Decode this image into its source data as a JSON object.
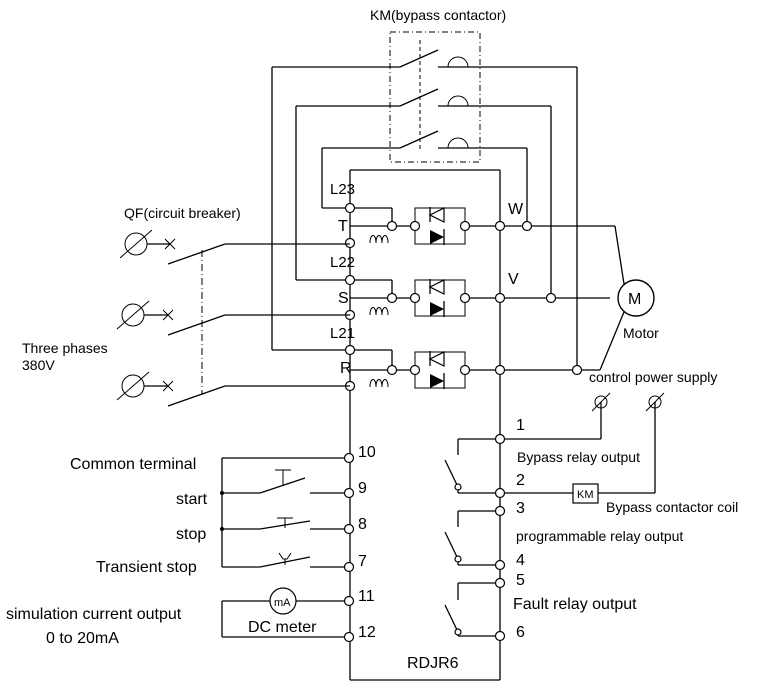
{
  "labels": {
    "km_bypass_contactor": "KM(bypass contactor)",
    "qf_breaker": "QF(circuit breaker)",
    "three_phases": "Three phases",
    "voltage": "380V",
    "l23": "L23",
    "t": "T",
    "l22": "L22",
    "s": "S",
    "l21": "L21",
    "r": "R",
    "u": "W",
    "v": "V",
    "motor_symbol": "M",
    "motor": "Motor",
    "control_power_supply": "control power supply",
    "common_terminal": "Common terminal",
    "start": "start",
    "stop": "stop",
    "transient_stop": "Transient stop",
    "sim_current_output": "simulation current output",
    "range": "0 to 20mA",
    "ma_symbol": "mA",
    "dc_meter": "DC meter",
    "bypass_relay_output": "Bypass relay output",
    "km_symbol": "KM",
    "bypass_contactor_coil": "Bypass contactor coil",
    "programmable_relay_output": "programmable relay output",
    "fault_relay_output": "Fault relay output",
    "model": "RDJR6"
  },
  "terminals": {
    "t10": "10",
    "t9": "9",
    "t8": "8",
    "t7": "7",
    "t11": "11",
    "t12": "12",
    "t1": "1",
    "t2": "2",
    "t3": "3",
    "t4": "4",
    "t5": "5",
    "t6": "6"
  }
}
